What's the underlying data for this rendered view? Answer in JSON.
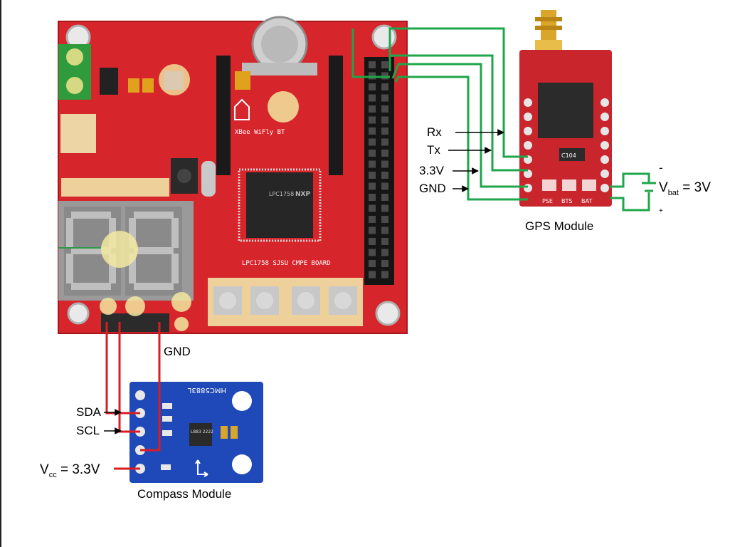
{
  "diagram": {
    "main_board": {
      "silkscreen": "LPC1758 SJSU CMPE BOARD",
      "module_slot": "XBee WiFly BT",
      "chip_brand": "NXP",
      "chip_name": "LPC1758"
    },
    "gps_module": {
      "caption": "GPS Module",
      "pin_labels": [
        "Rx",
        "Tx",
        "3.3V",
        "GND"
      ],
      "battery": {
        "minus": "-",
        "label": "V",
        "sub": "bat",
        "value": " = 3V",
        "plus": "+"
      },
      "chip_marking": "C104",
      "silk": [
        "PSE",
        "BTS",
        "BAT"
      ]
    },
    "compass_module": {
      "caption": "Compass Module",
      "chip_marking": "HMC5883L",
      "ic_text": "L883 2222",
      "pin_labels": [
        "SDA",
        "SCL"
      ],
      "vcc": {
        "label": "V",
        "sub": "cc",
        "value": " = 3.3V"
      },
      "gnd_label": "GND"
    },
    "colors": {
      "board_red": "#d6252b",
      "gps_red": "#c9252c",
      "compass_blue": "#1f48b8",
      "green_wire": "#1ea64a",
      "red_wire": "#d81e23",
      "highlight": "#f2e7a0"
    }
  }
}
